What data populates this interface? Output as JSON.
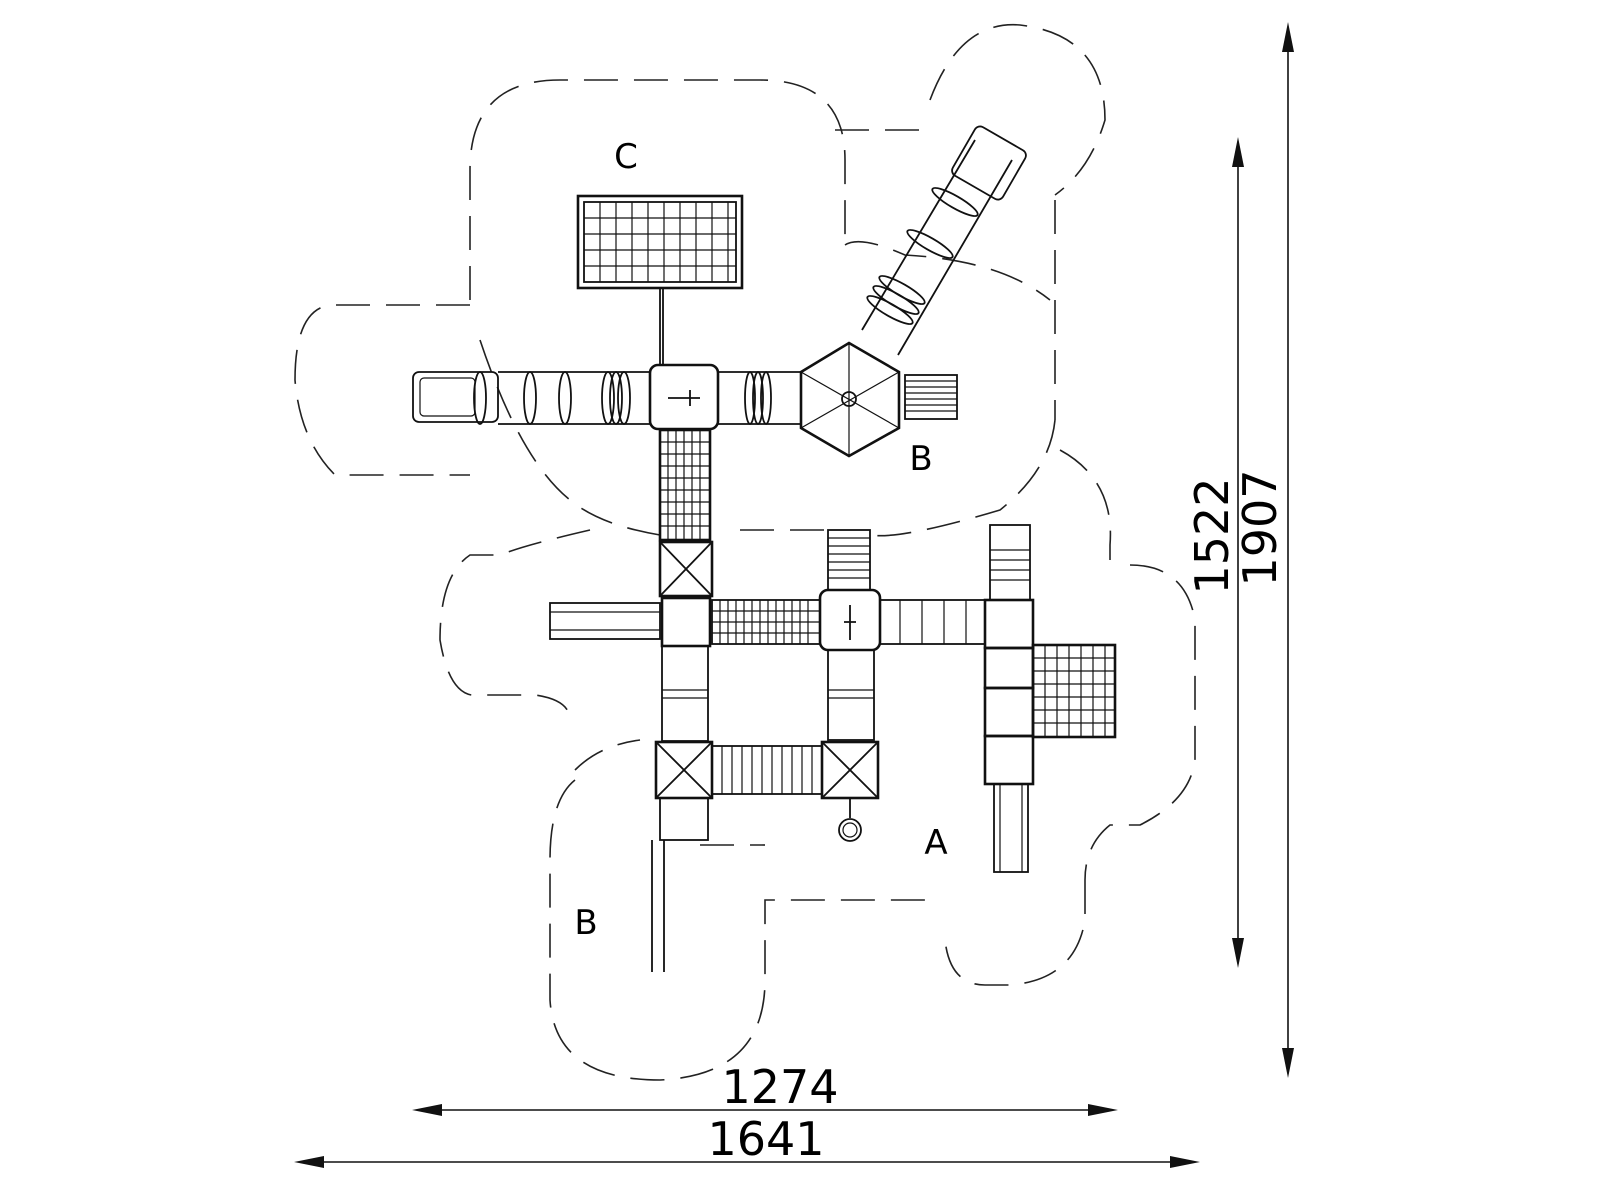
{
  "zones": {
    "c": "C",
    "b_upper": "B",
    "a": "A",
    "b_lower": "B"
  },
  "dimensions": {
    "inner_width": "1274",
    "outer_width": "1641",
    "inner_height": "1522",
    "outer_height": "1907"
  },
  "colors": {
    "line": "#111111",
    "background": "#ffffff"
  }
}
